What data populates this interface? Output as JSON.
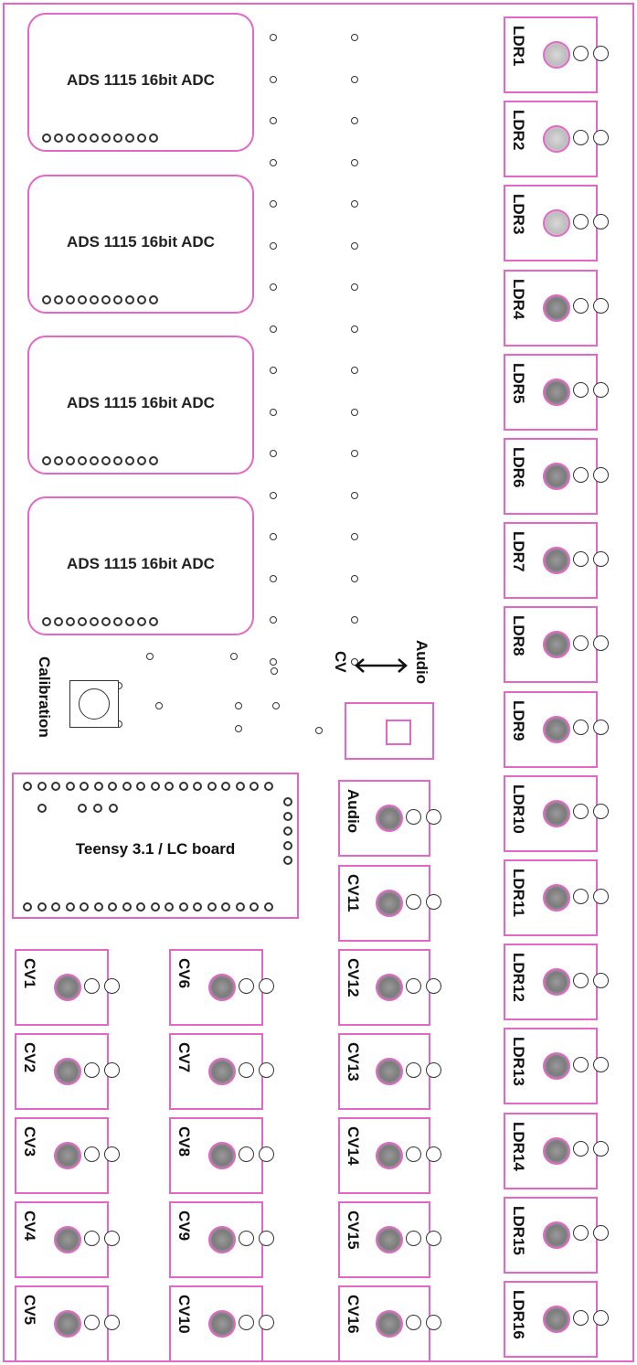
{
  "adc_modules": [
    {
      "label": "ADS 1115 16bit ADC"
    },
    {
      "label": "ADS 1115 16bit ADC"
    },
    {
      "label": "ADS 1115 16bit ADC"
    },
    {
      "label": "ADS 1115 16bit ADC"
    }
  ],
  "calibration": {
    "label": "Calibration"
  },
  "switch": {
    "left_label": "CV",
    "right_label": "Audio"
  },
  "teensy": {
    "label": "Teensy 3.1 / LC board"
  },
  "audio_jack": {
    "label": "Audio"
  },
  "ldr_jacks": [
    "LDR1",
    "LDR2",
    "LDR3",
    "LDR4",
    "LDR5",
    "LDR6",
    "LDR7",
    "LDR8",
    "LDR9",
    "LDR10",
    "LDR11",
    "LDR12",
    "LDR13",
    "LDR14",
    "LDR15",
    "LDR16"
  ],
  "cv_jacks_col1": [
    "CV1",
    "CV2",
    "CV3",
    "CV4",
    "CV5"
  ],
  "cv_jacks_col2": [
    "CV6",
    "CV7",
    "CV8",
    "CV9",
    "CV10"
  ],
  "cv_jacks_col3": [
    "CV11",
    "CV12",
    "CV13",
    "CV14",
    "CV15",
    "CV16"
  ],
  "colors": {
    "outline": "#e466c8",
    "ink": "#222222"
  }
}
